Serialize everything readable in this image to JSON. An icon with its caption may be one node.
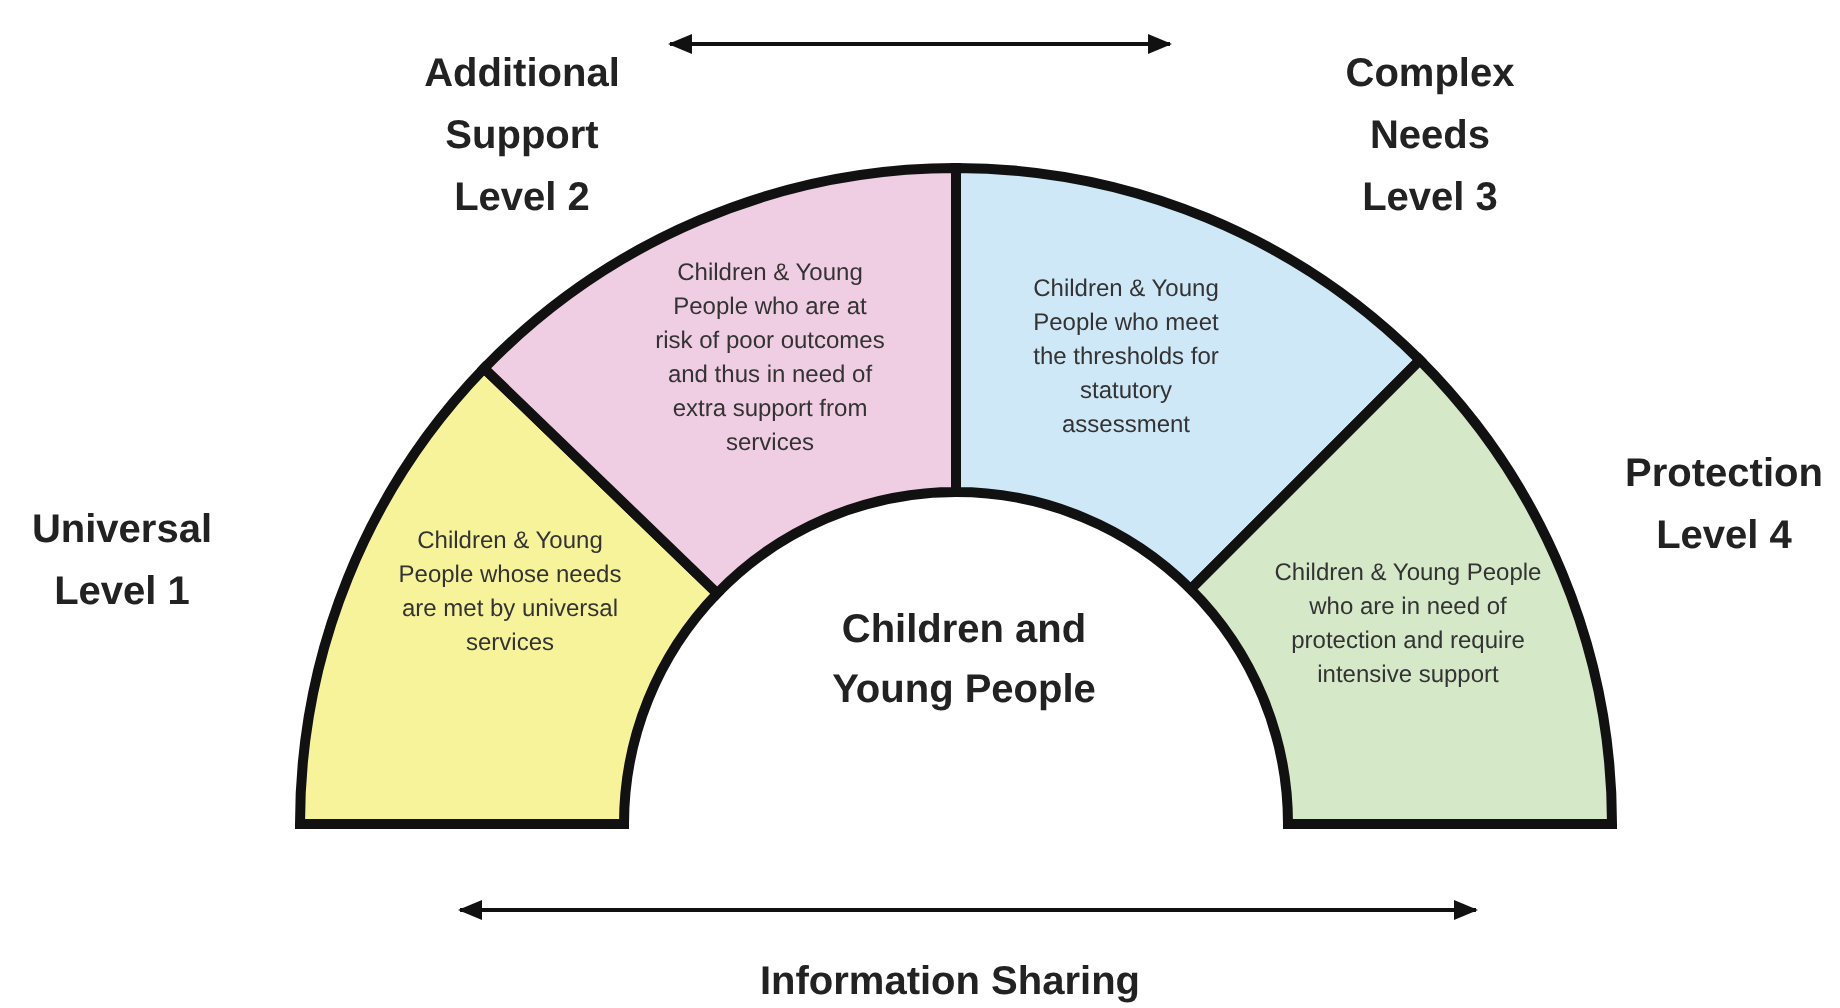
{
  "diagram": {
    "nodes": [
      {
        "text": [
          "Universal Level 1",
          "Children & Young People whose needs are met by universal services"
        ]
      },
      {
        "text": [
          "Additional Support Level 2",
          "Children & Young People who are at risk of poor outcomes and thus in need of extra support from services"
        ]
      },
      {
        "text": [
          "Complex Needs Level 3",
          "Children & Young People who meet the thresholds for statutory assessment"
        ]
      },
      {
        "text": [
          "Protection Level 4",
          "Children & Young People who are in need of protection and require intensive support"
        ]
      },
      {
        "text": [
          "Children and Young People"
        ]
      }
    ],
    "edges": [
      {
        "from": 1,
        "to": 2,
        "arrow": "both"
      }
    ],
    "labels": [
      "Information Sharing"
    ]
  }
}
